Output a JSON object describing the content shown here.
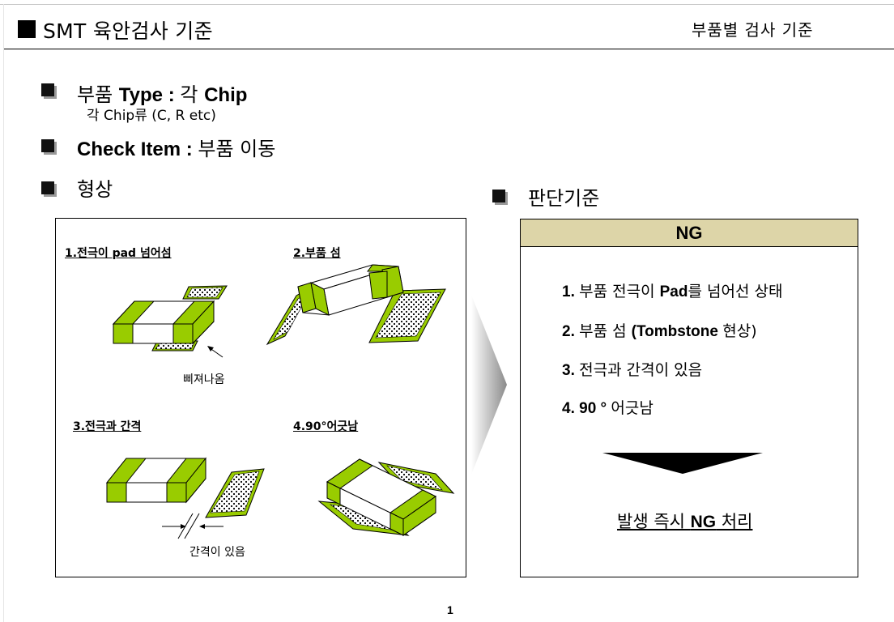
{
  "header": {
    "title": "SMT 육안검사 기준",
    "right": "부품별 검사 기준"
  },
  "items": {
    "type": {
      "prefix": "부품 ",
      "bold": "Type : ",
      "suffix": "각 ",
      "bold2": "Chip",
      "sub": "각 Chip류 (C, R etc)"
    },
    "check": {
      "bold": "Check Item : ",
      "suffix": "부품 이동"
    },
    "shape": {
      "label": "형상"
    },
    "judge": {
      "label": "판단기준"
    }
  },
  "figures": {
    "fig1": {
      "caption": "1.전극이 pad 넘어섬",
      "note": "삐져나옴"
    },
    "fig2": {
      "caption": "2.부품 섬"
    },
    "fig3": {
      "caption": "3.전극과 간격",
      "note": "간격이 있음"
    },
    "fig4": {
      "caption": "4.90°어긋남"
    }
  },
  "ng_panel": {
    "header": "NG",
    "criteria": [
      {
        "num": "1. ",
        "text": "부품 전극이 ",
        "bold": "Pad",
        "rest": "를 넘어선 상태"
      },
      {
        "num": "2. ",
        "text": "부품 섬 ",
        "bold": "(Tombstone ",
        "rest": "현상)"
      },
      {
        "num": "3. ",
        "text": "전극과 간격이 있음",
        "bold": "",
        "rest": ""
      },
      {
        "num": "4. 90 ° ",
        "text": "어긋남",
        "bold": "",
        "rest": ""
      }
    ],
    "action_text": "발생 즉시 ",
    "action_bold": "NG",
    "action_rest": " 처리"
  },
  "page_number": "1",
  "colors": {
    "electrode": "#99cc00",
    "pad": "#99cc00",
    "ng_header": "#ddd5a8"
  }
}
